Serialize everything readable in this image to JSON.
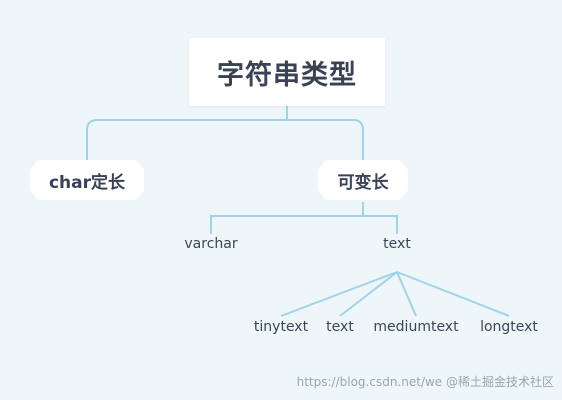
{
  "diagram": {
    "root": "字符串类型",
    "branch_fixed": "char定长",
    "branch_variable": "可变长",
    "variable_children": {
      "varchar": "varchar",
      "text": "text"
    },
    "text_children": {
      "tinytext": "tinytext",
      "text": "text",
      "mediumtext": "mediumtext",
      "longtext": "longtext"
    }
  },
  "watermark": "https://blog.csdn.net/we @稀土掘金技术社区",
  "colors": {
    "background": "#eef6f9",
    "connector": "#9fd4e8",
    "node_fill": "#ffffff",
    "text": "#3a4256"
  }
}
